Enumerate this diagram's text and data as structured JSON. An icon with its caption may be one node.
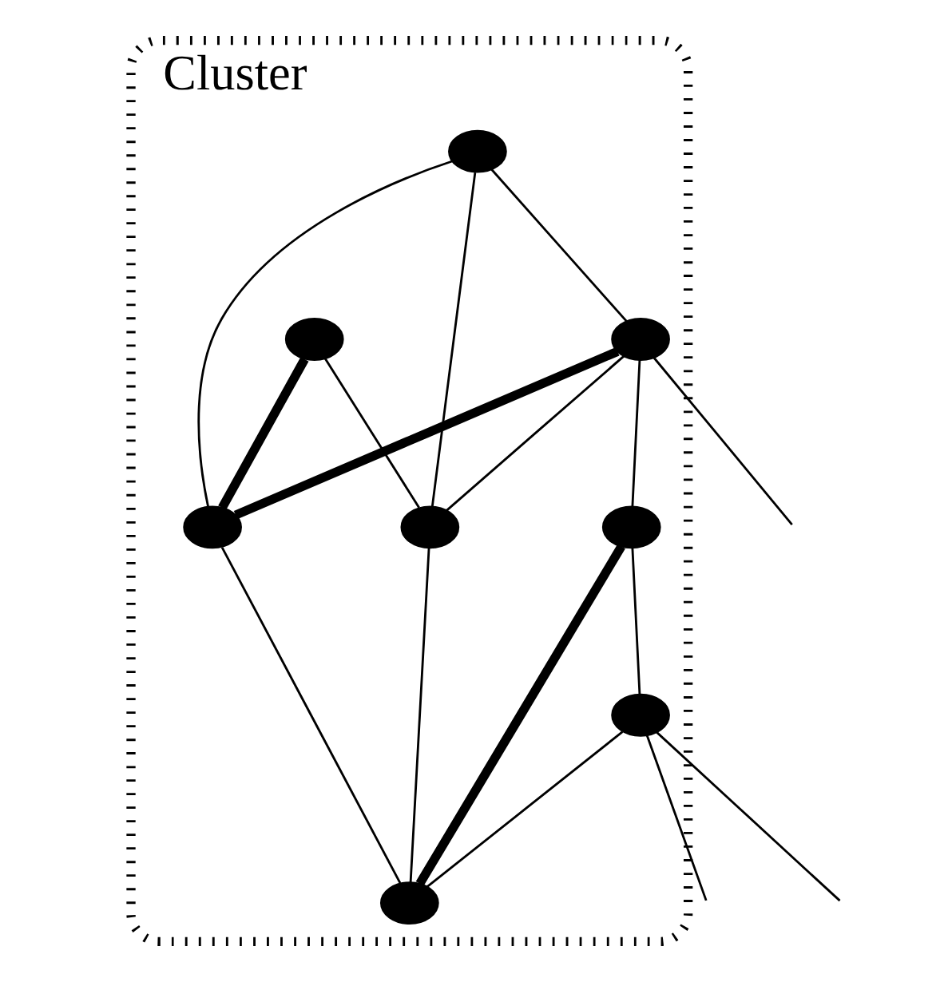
{
  "diagram": {
    "nodes": [
      {
        "text": [
          "Cluster"
        ]
      },
      {
        "text": [],
        "shape": "circle",
        "in": 0
      },
      {
        "text": [],
        "shape": "circle",
        "in": 0
      },
      {
        "text": [],
        "shape": "circle",
        "in": 0
      },
      {
        "text": [],
        "shape": "circle",
        "in": 0
      },
      {
        "text": [],
        "shape": "circle",
        "in": 0
      },
      {
        "text": [],
        "shape": "circle",
        "in": 0
      },
      {
        "text": [],
        "shape": "circle",
        "in": 0
      },
      {
        "text": [],
        "shape": "circle",
        "in": 0
      }
    ],
    "edges": [
      {
        "from": 1,
        "to": 4,
        "arrow": "none"
      },
      {
        "from": 1,
        "to": 7,
        "arrow": "none",
        "style": "thick"
      },
      {
        "from": 2,
        "to": 3,
        "arrow": "none"
      },
      {
        "from": 2,
        "to": 4,
        "arrow": "none"
      },
      {
        "from": 2,
        "to": 7,
        "arrow": "none"
      },
      {
        "from": 3,
        "to": 4,
        "arrow": "none"
      },
      {
        "from": 3,
        "to": 7,
        "arrow": "none",
        "style": "thick"
      },
      {
        "from": 3,
        "to": 5,
        "arrow": "none"
      },
      {
        "from": 4,
        "to": 8,
        "arrow": "none"
      },
      {
        "from": 5,
        "to": 6,
        "arrow": "none"
      },
      {
        "from": 5,
        "to": 8,
        "arrow": "none",
        "style": "thick"
      },
      {
        "from": 6,
        "to": 8,
        "arrow": "none"
      },
      {
        "from": 7,
        "to": 8,
        "arrow": "none"
      },
      {
        "from": 3,
        "to": null,
        "arrow": "none"
      },
      {
        "from": 6,
        "to": null,
        "arrow": "none"
      },
      {
        "from": 6,
        "to": null,
        "arrow": "none"
      }
    ]
  }
}
